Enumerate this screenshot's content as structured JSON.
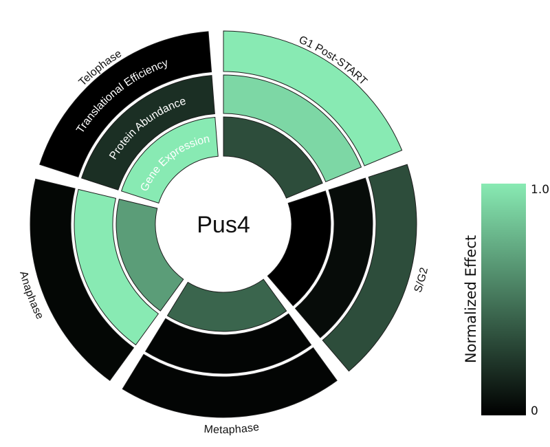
{
  "chart_data": {
    "type": "heatmap",
    "subtype": "radial-sector-heatmap",
    "center_label": "Pus4",
    "sectors": [
      "G1 Post-START",
      "S/G2",
      "Metaphase",
      "Anaphase",
      "Telophase"
    ],
    "rings": [
      "Gene Expression",
      "Protein Abundance",
      "Translational Efficiency"
    ],
    "ring_order": "inner-to-outer",
    "values": [
      {
        "sector": "G1 Post-START",
        "Gene Expression": 0.33,
        "Protein Abundance": 0.92,
        "Translational Efficiency": 1.0
      },
      {
        "sector": "S/G2",
        "Gene Expression": 0.0,
        "Protein Abundance": 0.05,
        "Translational Efficiency": 0.33
      },
      {
        "sector": "Metaphase",
        "Gene Expression": 0.43,
        "Protein Abundance": 0.02,
        "Translational Efficiency": 0.02
      },
      {
        "sector": "Anaphase",
        "Gene Expression": 0.67,
        "Protein Abundance": 1.0,
        "Translational Efficiency": 0.03
      },
      {
        "sector": "Telophase",
        "Gene Expression": 1.0,
        "Protein Abundance": 0.2,
        "Translational Efficiency": 0.0
      }
    ],
    "ring_labels_shown_in_sector": "Telophase",
    "colorbar": {
      "title": "Normalized Effect",
      "min_label": "0",
      "max_label": "1.0",
      "range": [
        0,
        1
      ],
      "color_min": "#000000",
      "color_max": "#88eab3"
    }
  }
}
